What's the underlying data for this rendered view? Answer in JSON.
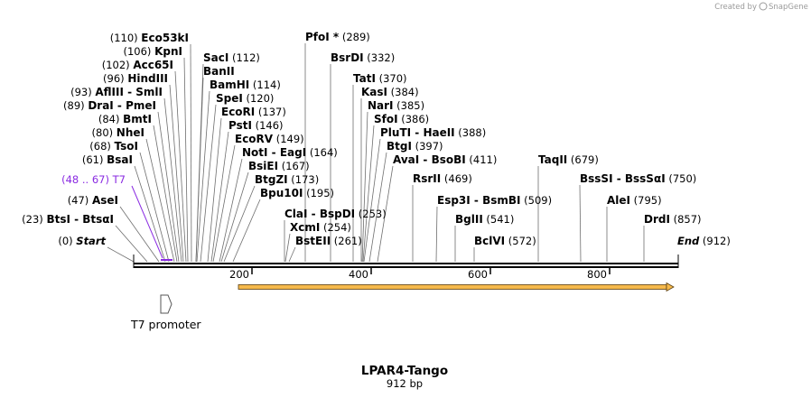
{
  "brand": {
    "created_by": "Created by",
    "name": "SnapGene"
  },
  "map": {
    "title": "LPAR4-Tango",
    "length_label": "912 bp",
    "ruler": [
      "200",
      "400",
      "600",
      "800"
    ]
  },
  "ends": {
    "start": {
      "pos": "(0)",
      "name": "Start"
    },
    "end": {
      "name": "End",
      "pos": "(912)"
    }
  },
  "primer": {
    "pos": "(48 .. 67)",
    "name": "T7"
  },
  "promoter": {
    "name": "T7 promoter"
  },
  "sites": [
    {
      "pos": "(110)",
      "name": "Eco53kI"
    },
    {
      "pos": "(106)",
      "name": "KpnI"
    },
    {
      "pos": "(102)",
      "name": "Acc65I"
    },
    {
      "pos": "(96)",
      "name": "HindIII"
    },
    {
      "pos": "(93)",
      "name": "AflIII - SmlI"
    },
    {
      "pos": "(89)",
      "name": "DraI - PmeI"
    },
    {
      "pos": "(84)",
      "name": "BmtI"
    },
    {
      "pos": "(80)",
      "name": "NheI"
    },
    {
      "pos": "(68)",
      "name": "TsoI"
    },
    {
      "pos": "(61)",
      "name": "BsaI"
    },
    {
      "pos": "(47)",
      "name": "AseI"
    },
    {
      "pos": "(23)",
      "name": "BtsI - BtsαI"
    },
    {
      "pos": "(112)",
      "name": "SacI"
    },
    {
      "pos": "",
      "name": "BanII"
    },
    {
      "pos": "(114)",
      "name": "BamHI"
    },
    {
      "pos": "(120)",
      "name": "SpeI"
    },
    {
      "pos": "(137)",
      "name": "EcoRI"
    },
    {
      "pos": "(146)",
      "name": "PstI"
    },
    {
      "pos": "(149)",
      "name": "EcoRV"
    },
    {
      "pos": "(164)",
      "name": "NotI - EagI"
    },
    {
      "pos": "(167)",
      "name": "BsiEI"
    },
    {
      "pos": "(173)",
      "name": "BtgZI"
    },
    {
      "pos": "(195)",
      "name": "Bpu10I"
    },
    {
      "pos": "(289)",
      "name": "PfoI *"
    },
    {
      "pos": "(332)",
      "name": "BsrDI"
    },
    {
      "pos": "(370)",
      "name": "TatI"
    },
    {
      "pos": "(384)",
      "name": "KasI"
    },
    {
      "pos": "(385)",
      "name": "NarI"
    },
    {
      "pos": "(386)",
      "name": "SfoI"
    },
    {
      "pos": "(388)",
      "name": "PluTI - HaeII"
    },
    {
      "pos": "(397)",
      "name": "BtgI"
    },
    {
      "pos": "(411)",
      "name": "AvaI - BsoBI"
    },
    {
      "pos": "(253)",
      "name": "ClaI - BspDI"
    },
    {
      "pos": "(254)",
      "name": "XcmI"
    },
    {
      "pos": "(261)",
      "name": "BstEII"
    },
    {
      "pos": "(469)",
      "name": "RsrII"
    },
    {
      "pos": "(509)",
      "name": "Esp3I - BsmBI"
    },
    {
      "pos": "(541)",
      "name": "BglII"
    },
    {
      "pos": "(572)",
      "name": "BclVI"
    },
    {
      "pos": "(679)",
      "name": "TaqII"
    },
    {
      "pos": "(750)",
      "name": "BssSI - BssSαI"
    },
    {
      "pos": "(795)",
      "name": "AleI"
    },
    {
      "pos": "(857)",
      "name": "DrdI"
    }
  ]
}
